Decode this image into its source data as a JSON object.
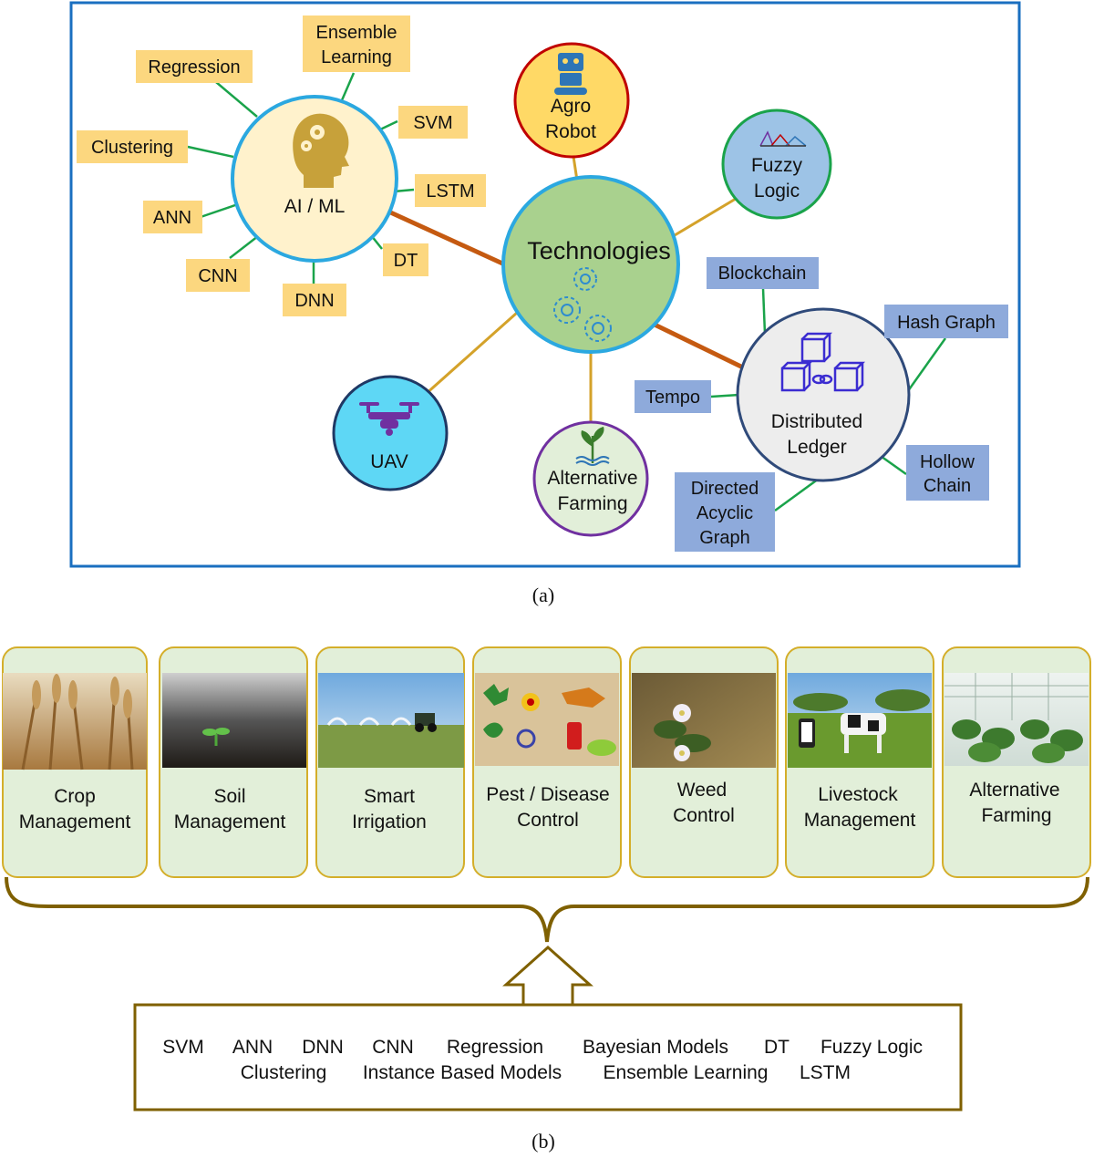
{
  "panel_a": {
    "caption": "(a)",
    "center": {
      "label": "Technologies"
    },
    "ai_ml": {
      "label": "AI / ML",
      "methods": {
        "regression": "Regression",
        "ensemble_1": "Ensemble",
        "ensemble_2": "Learning",
        "svm": "SVM",
        "clustering": "Clustering",
        "lstm": "LSTM",
        "ann": "ANN",
        "dt": "DT",
        "cnn": "CNN",
        "dnn": "DNN"
      }
    },
    "agro_robot": {
      "line1": "Agro",
      "line2": "Robot"
    },
    "fuzzy_logic": {
      "line1": "Fuzzy",
      "line2": "Logic"
    },
    "uav": {
      "label": "UAV"
    },
    "alternative_farming": {
      "line1": "Alternative",
      "line2": "Farming"
    },
    "distributed_ledger": {
      "line1": "Distributed",
      "line2": "Ledger",
      "types": {
        "blockchain": "Blockchain",
        "hash_graph": "Hash Graph",
        "tempo": "Tempo",
        "hollow_1": "Hollow",
        "hollow_2": "Chain",
        "dag_1": "Directed",
        "dag_2": "Acyclic",
        "dag_3": "Graph"
      }
    }
  },
  "panel_b": {
    "caption": "(b)",
    "applications": [
      {
        "line1": "Crop",
        "line2": "Management"
      },
      {
        "line1": "Soil",
        "line2": "Management"
      },
      {
        "line1": "Smart",
        "line2": "Irrigation"
      },
      {
        "line1": "Pest / Disease",
        "line2": "Control"
      },
      {
        "line1": "Weed",
        "line2": "Control"
      },
      {
        "line1": "Livestock",
        "line2": "Management"
      },
      {
        "line1": "Alternative",
        "line2": "Farming"
      }
    ],
    "methods_row1": [
      "SVM",
      "ANN",
      "DNN",
      "CNN",
      "Regression",
      "Bayesian Models",
      "DT",
      "Fuzzy Logic"
    ],
    "methods_row2": [
      "Clustering",
      "Instance Based Models",
      "Ensemble Learning",
      "LSTM"
    ]
  },
  "colors": {
    "frame_blue": "#1a6fc0",
    "ml_label_fill": "#fcd77f",
    "dl_label_fill": "#8eaadb",
    "card_fill": "#e2efd9",
    "card_border": "#d4ae2a",
    "brace": "#7f6000",
    "orange_link": "#c55a11",
    "gold_link": "#d4a22a",
    "green_link": "#1aa34a"
  }
}
